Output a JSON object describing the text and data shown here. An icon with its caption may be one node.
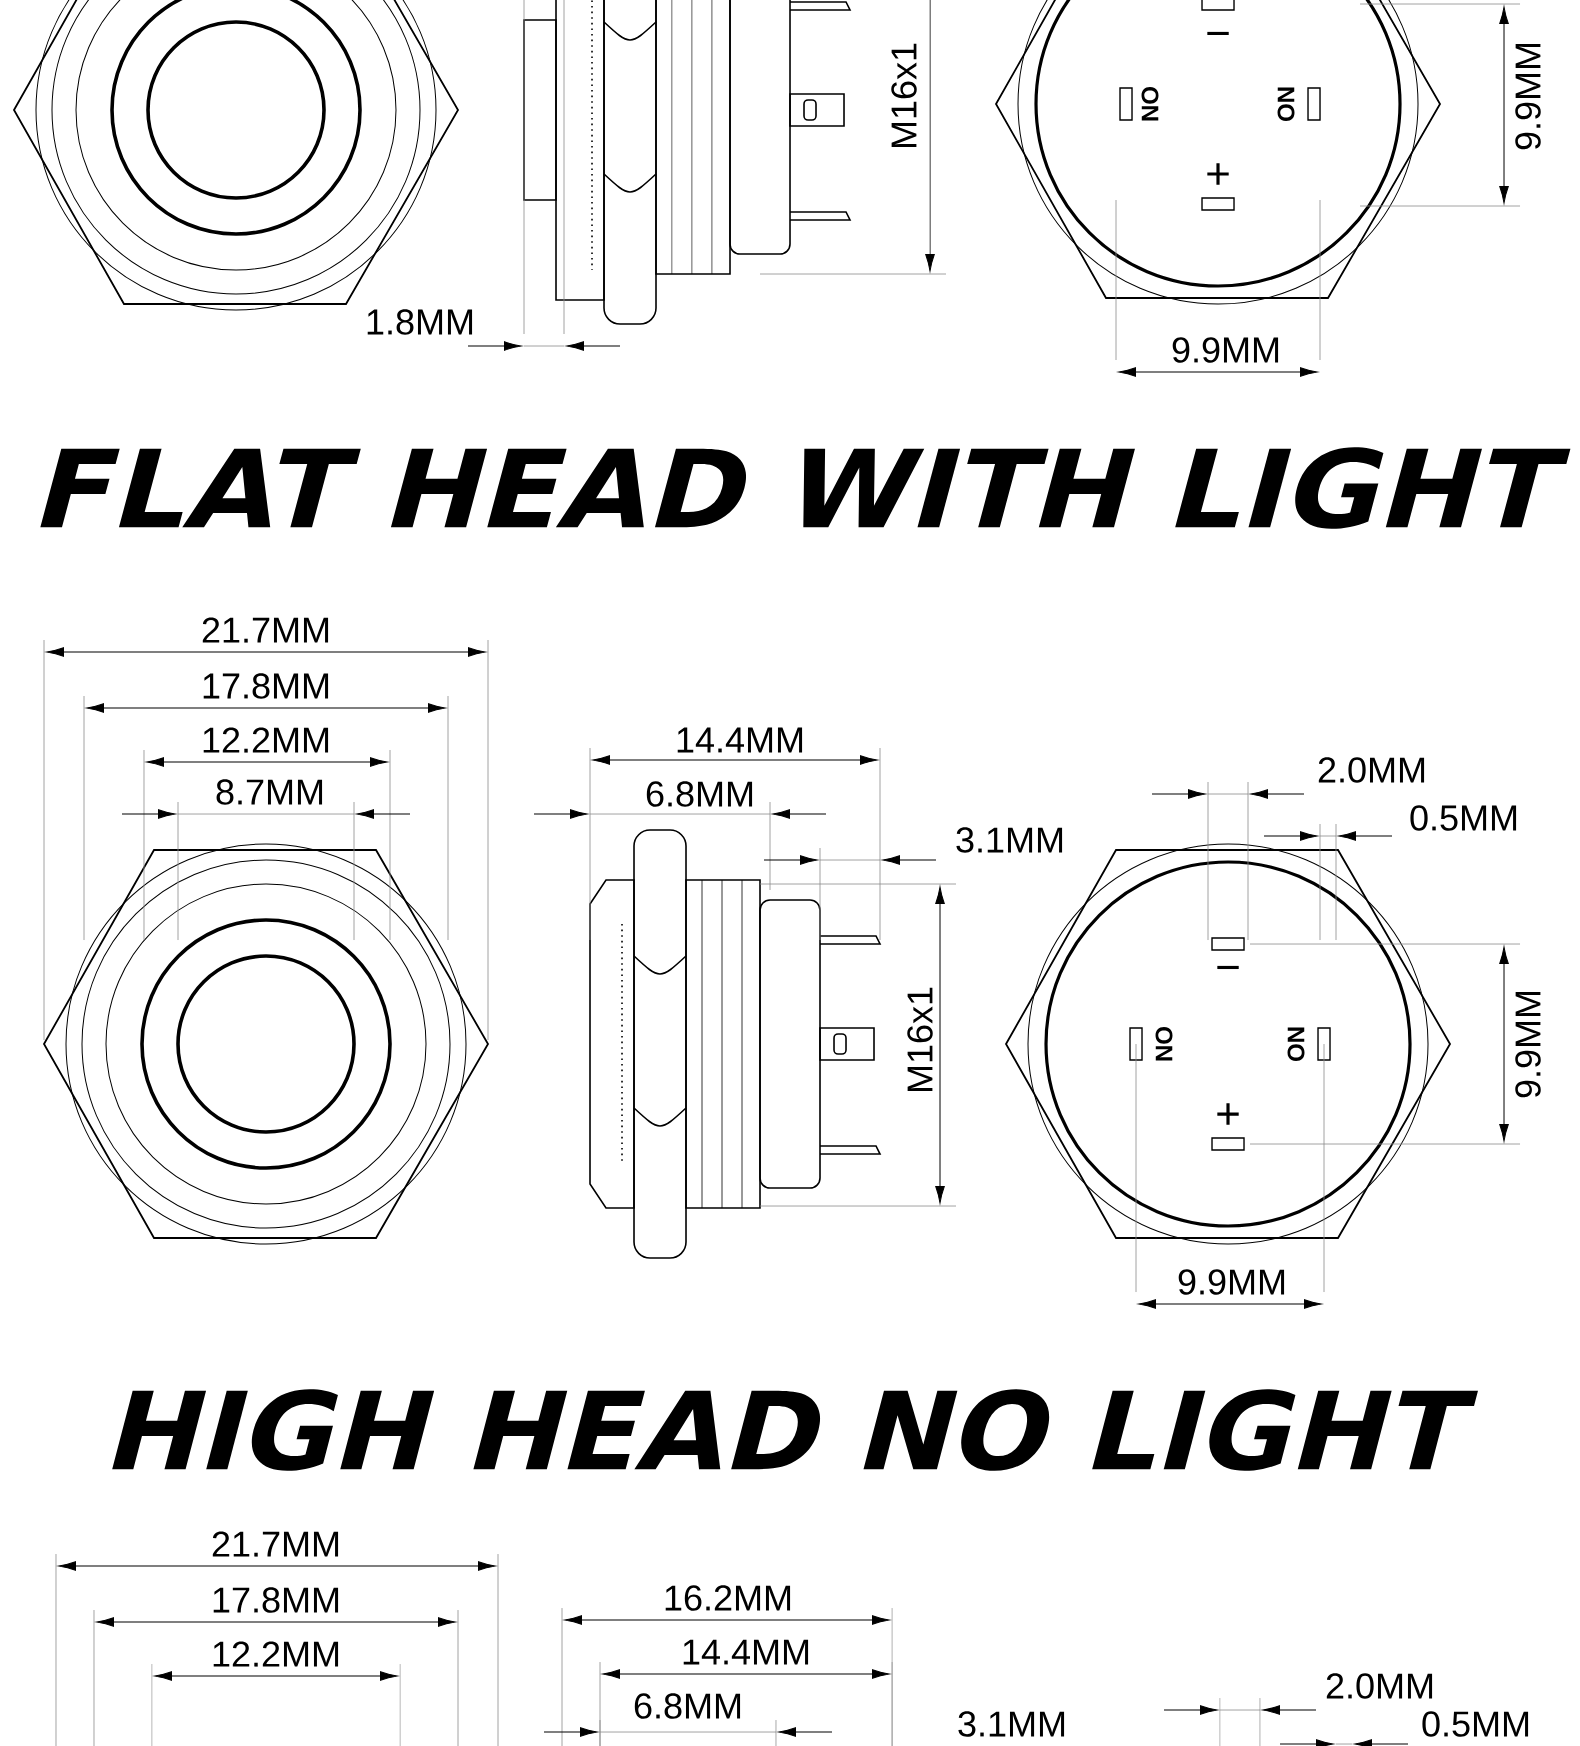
{
  "diagram": {
    "labels": [
      "1.8MM",
      "M16x1",
      "−",
      "NO",
      "NO",
      "+",
      "9.9MM",
      "9.9MM",
      "FLAT HEAD WITH LIGHT",
      "21.7MM",
      "17.8MM",
      "12.2MM",
      "8.7MM",
      "14.4MM",
      "6.8MM",
      "3.1MM",
      "M16x1",
      "2.0MM",
      "0.5MM",
      "−",
      "NO",
      "NO",
      "+",
      "9.9MM",
      "9.9MM",
      "HIGH HEAD NO LIGHT",
      "21.7MM",
      "16.2MM",
      "17.8MM",
      "14.4MM",
      "12.2MM",
      "6.8MM",
      "2.0MM",
      "0.5MM",
      "3.1MM"
    ]
  }
}
